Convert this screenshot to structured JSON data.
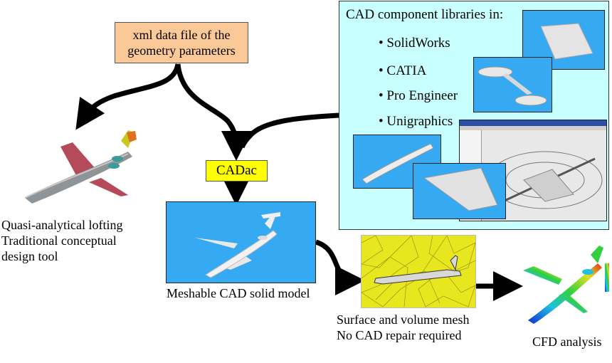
{
  "xml_box": {
    "line1": "xml data file of the",
    "line2": "geometry parameters"
  },
  "cadac": {
    "label": "CADac"
  },
  "libraries": {
    "title": "CAD component libraries in:",
    "items": [
      "• SolidWorks",
      "• CATIA",
      "• Pro Engineer",
      "• Unigraphics"
    ]
  },
  "left_caption": {
    "line1": "Quasi-analytical lofting",
    "line2": "Traditional conceptual",
    "line3": "design tool"
  },
  "cad_model": {
    "caption": "Meshable CAD solid model"
  },
  "mesh": {
    "line1": "Surface and volume mesh",
    "line2": "No CAD repair required"
  },
  "cfd": {
    "caption": "CFD analysis"
  },
  "colors": {
    "orange_box": "#fbc898",
    "cadac_box": "#ffff00",
    "library_panel": "#c8ffff",
    "cad_background": "#35a9f2",
    "mesh_background": "#e8e61e"
  }
}
